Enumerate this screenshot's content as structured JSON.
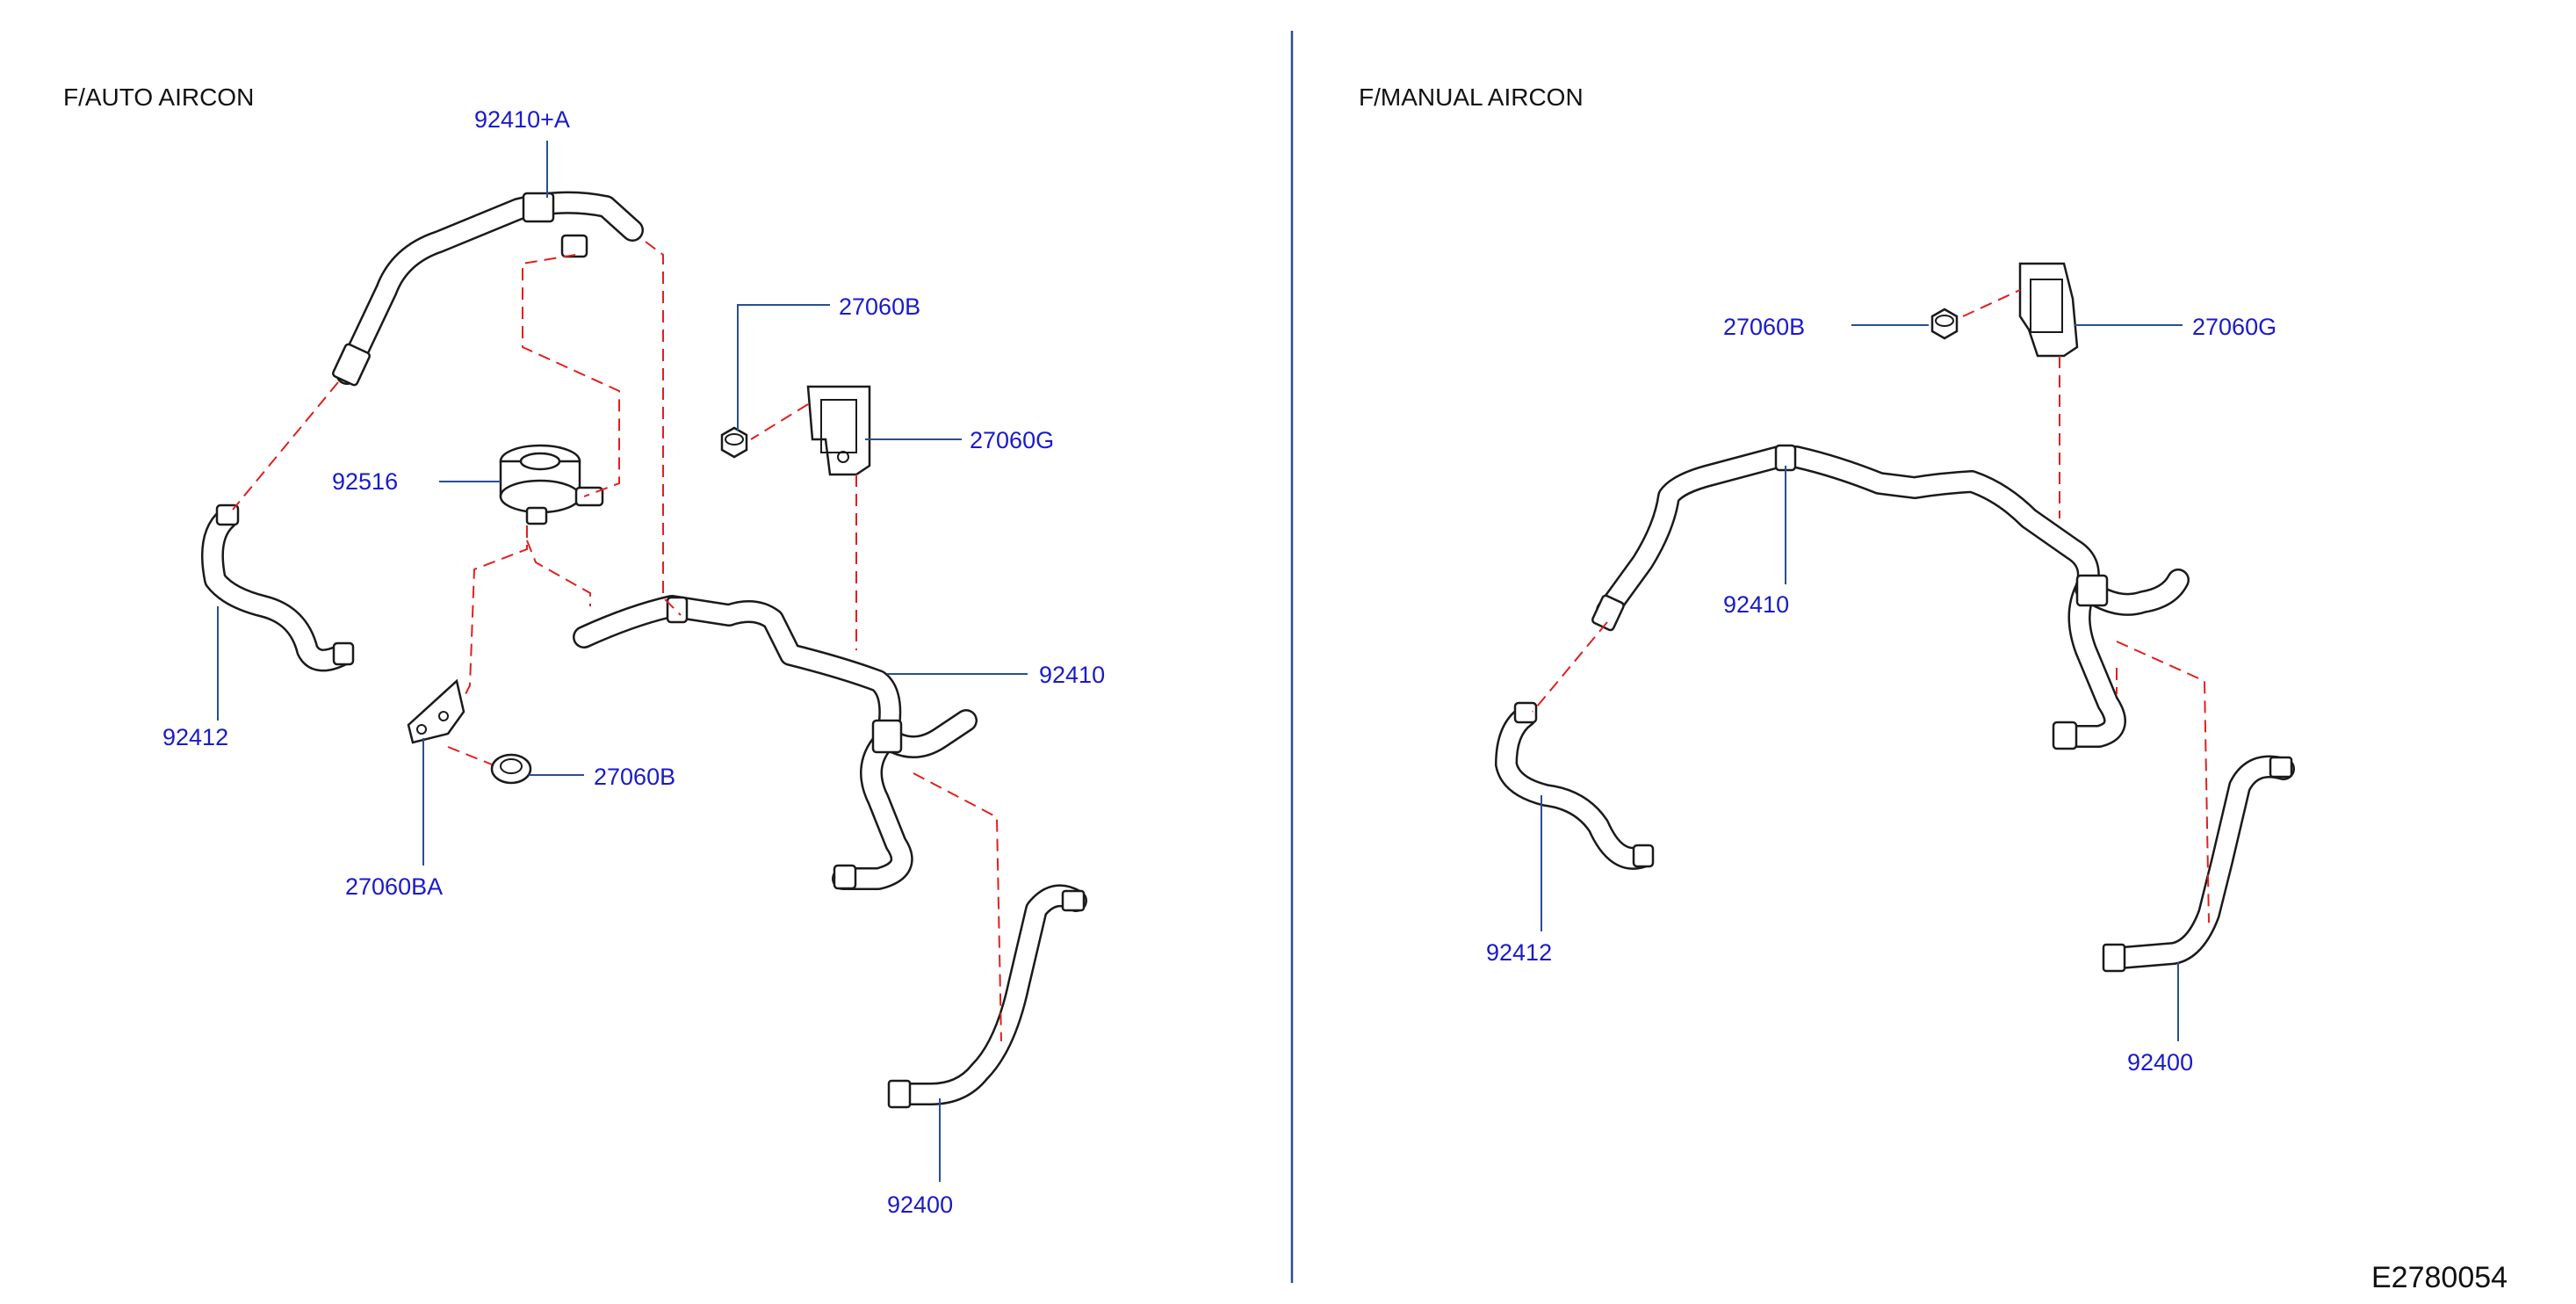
{
  "left_panel": {
    "title": "F/AUTO   AIRCON",
    "labels": {
      "p92410A": "92410+A",
      "p27060B_top": "27060B",
      "p27060G": "27060G",
      "p92516": "92516",
      "p92410": "92410",
      "p92412": "92412",
      "p27060B_bottom": "27060B",
      "p27060BA": "27060BA",
      "p92400": "92400"
    }
  },
  "right_panel": {
    "title": "F/MANUAL   AIRCON",
    "labels": {
      "p27060B": "27060B",
      "p27060G": "27060G",
      "p92410": "92410",
      "p92412": "92412",
      "p92400": "92400"
    }
  },
  "figure_code": "E2780054",
  "colors": {
    "label": "#1a1acc",
    "leader": "#2a4f8f",
    "dashed_connector": "#e02020",
    "divider": "#2a4f8f"
  }
}
